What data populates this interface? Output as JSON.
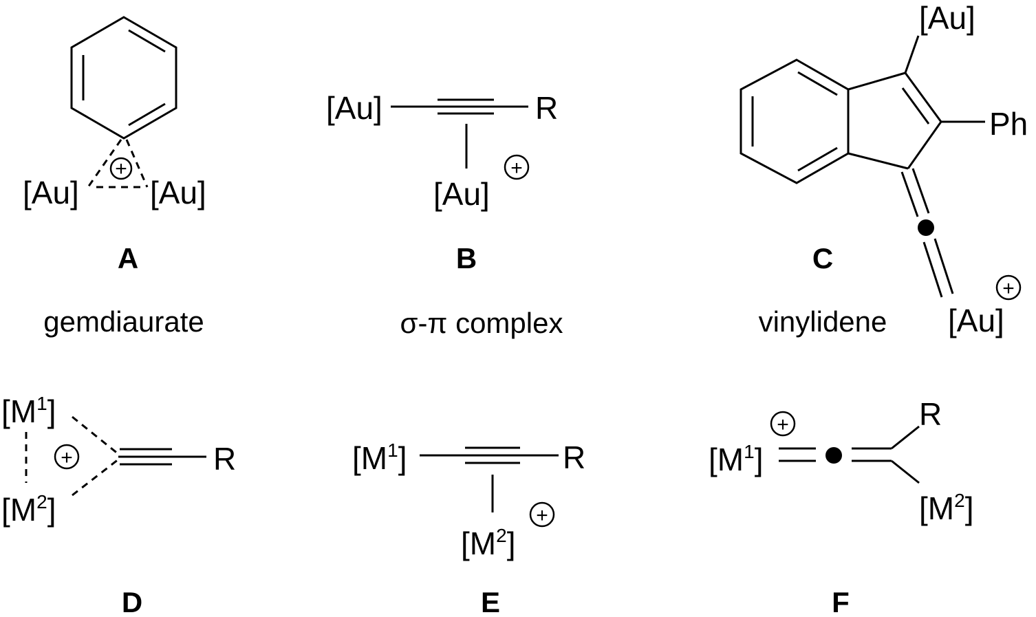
{
  "structures": {
    "A": {
      "letter": "A",
      "caption": "gemdiaurate",
      "metal_left": "[Au]",
      "metal_right": "[Au]",
      "charge": "+"
    },
    "B": {
      "letter": "B",
      "caption": "σ-π complex",
      "metal_left": "[Au]",
      "substituent": "R",
      "metal_bottom": "[Au]",
      "charge": "+"
    },
    "C": {
      "letter": "C",
      "caption": "vinylidene",
      "metal_top": "[Au]",
      "substituent": "Ph",
      "metal_bottom": "[Au]",
      "charge": "+"
    },
    "D": {
      "letter": "D",
      "metal_1": "[M",
      "metal_1_sup": "1",
      "metal_2": "[M",
      "metal_2_sup": "2",
      "bracket_close": "]",
      "substituent": "R",
      "charge": "+"
    },
    "E": {
      "letter": "E",
      "metal_1": "[M",
      "metal_1_sup": "1",
      "metal_2": "[M",
      "metal_2_sup": "2",
      "bracket_close": "]",
      "substituent": "R",
      "charge": "+"
    },
    "F": {
      "letter": "F",
      "metal_1": "[M",
      "metal_1_sup": "1",
      "metal_2": "[M",
      "metal_2_sup": "2",
      "bracket_close": "]",
      "substituent": "R",
      "charge": "+"
    }
  },
  "colors": {
    "ink": "#000000",
    "background": "#ffffff"
  }
}
